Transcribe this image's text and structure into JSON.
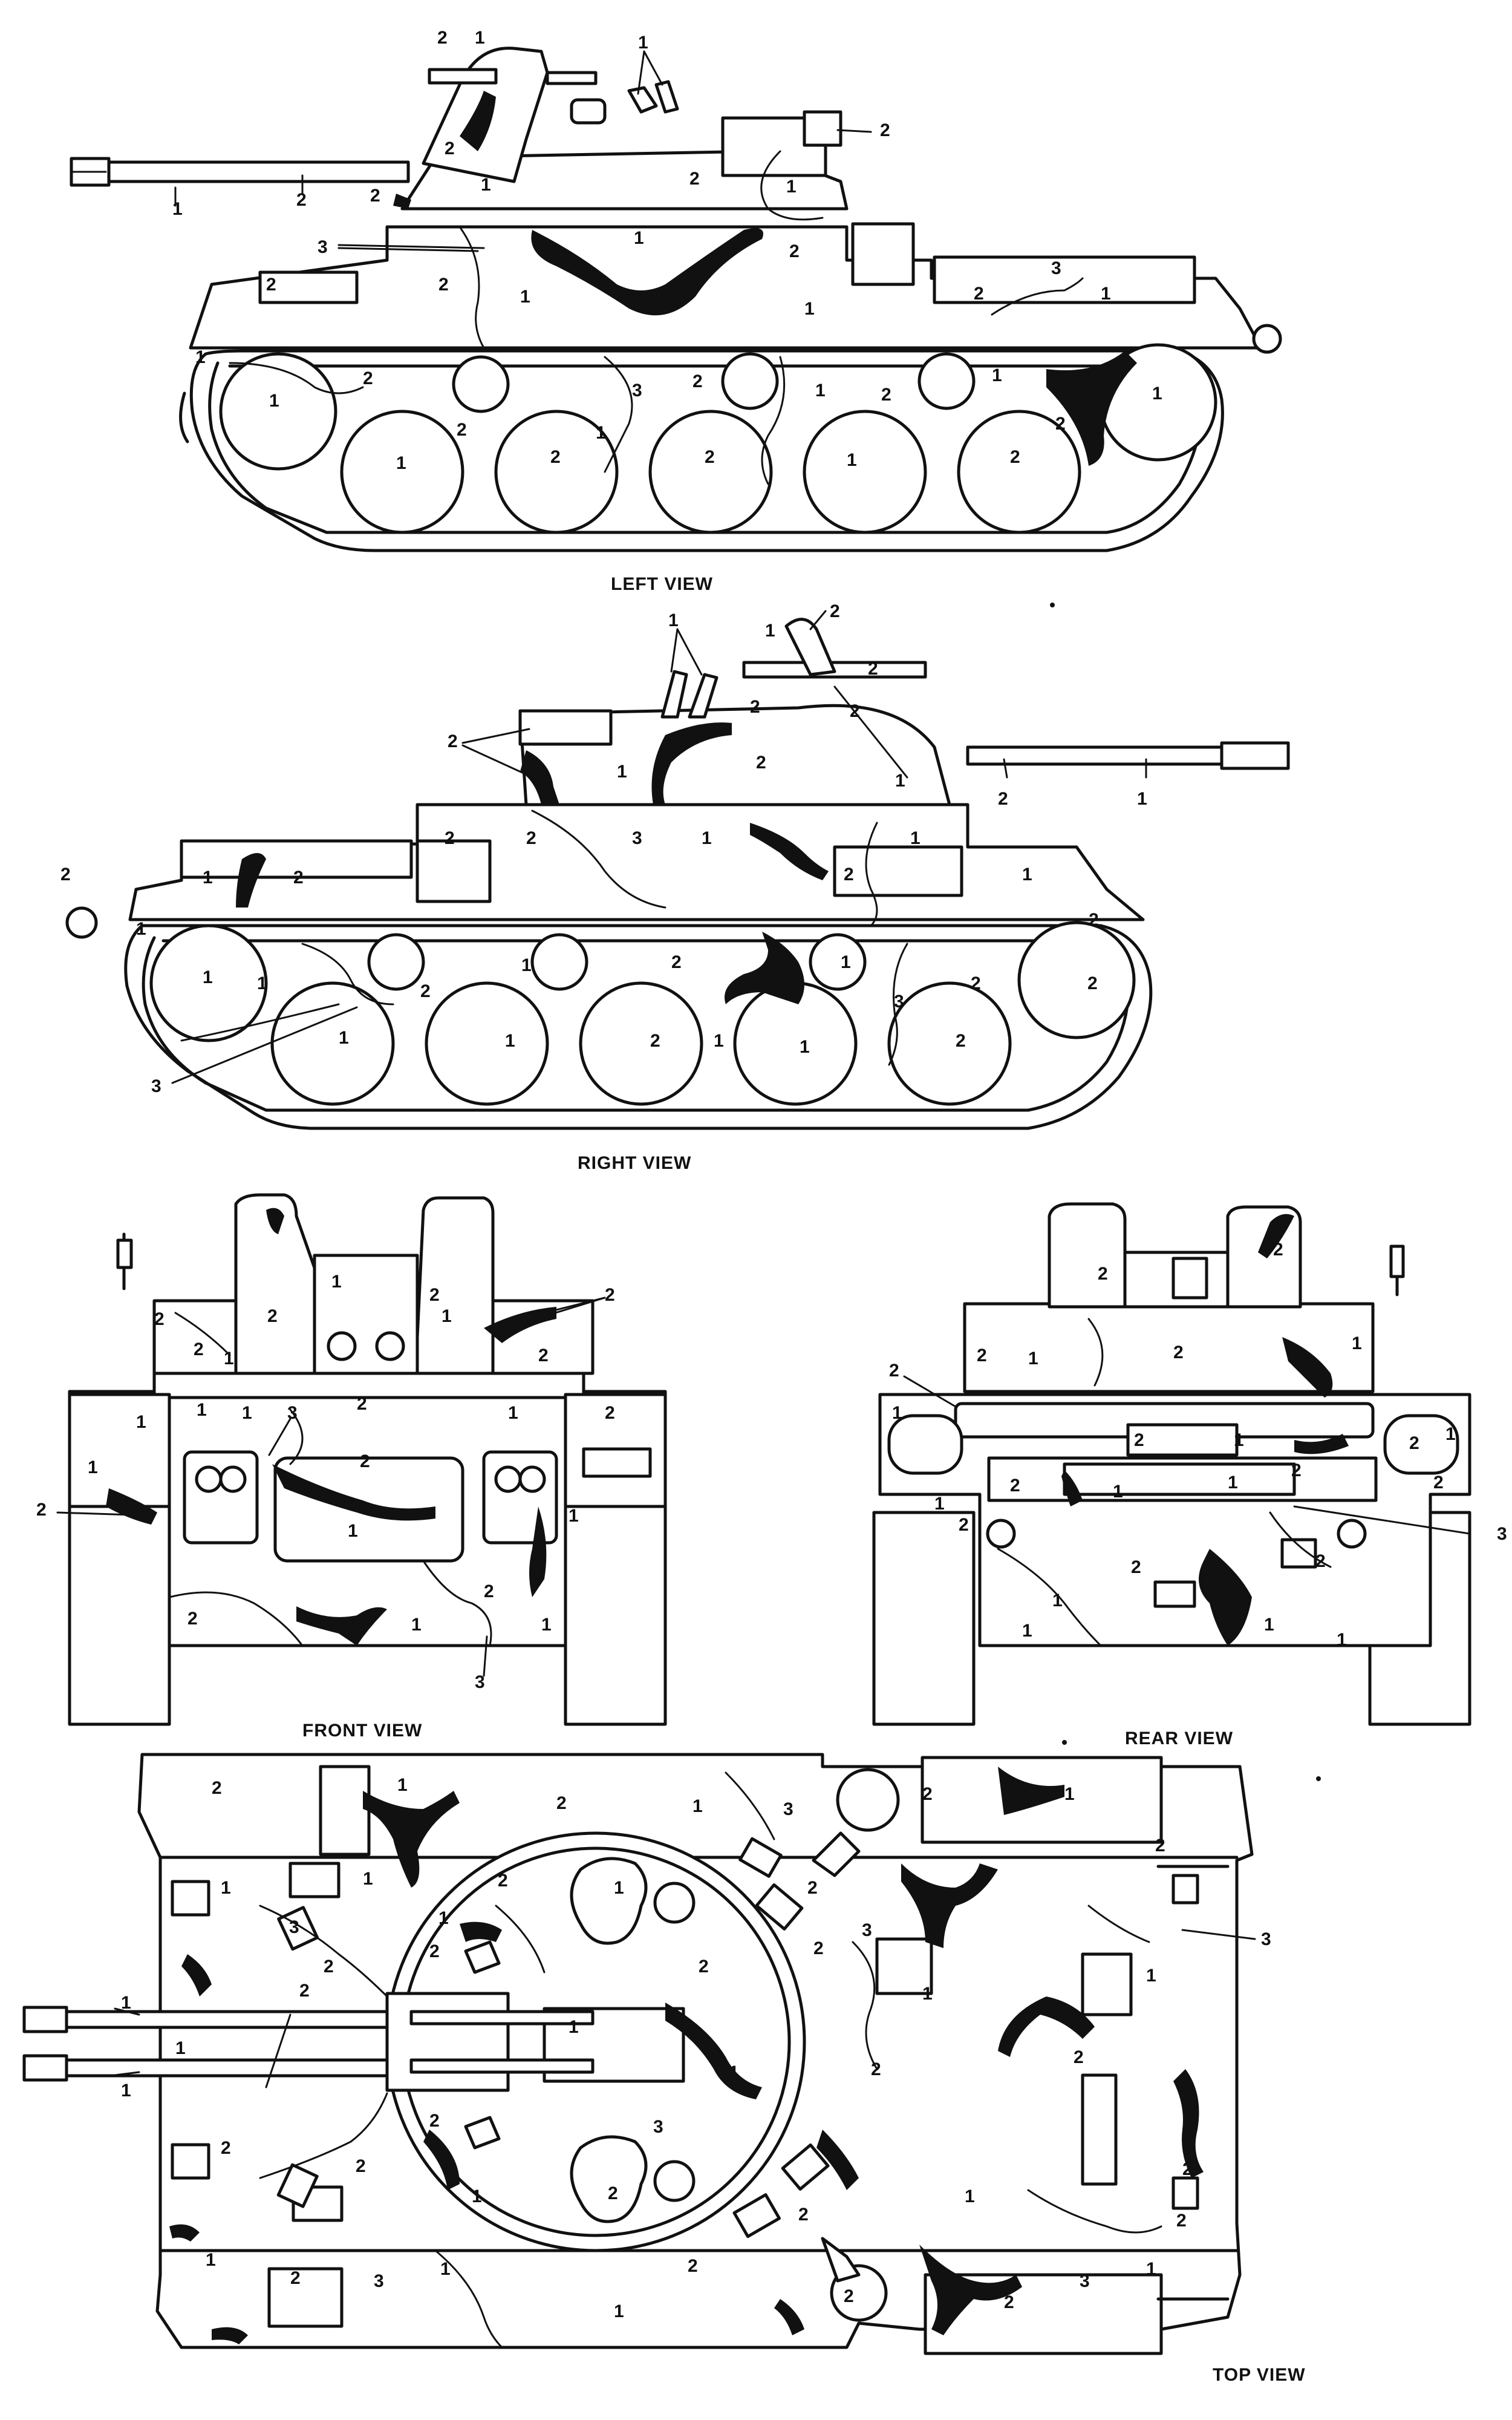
{
  "captions": {
    "left": "LEFT VIEW",
    "right": "RIGHT VIEW",
    "front": "FRONT VIEW",
    "rear": "REAR VIEW",
    "top": "TOP VIEW"
  },
  "legend_numbers": [
    "1",
    "2",
    "3"
  ],
  "colors": {
    "line": "#111111",
    "paper": "#ffffff",
    "camo_black": "#111111"
  },
  "views": {
    "left": {
      "labels": [
        "2",
        "1",
        "1",
        "2",
        "1",
        "2",
        "2",
        "1",
        "1",
        "2",
        "3",
        "1",
        "2",
        "2",
        "1",
        "2",
        "3",
        "1",
        "1",
        "1",
        "2",
        "2",
        "3",
        "1",
        "2",
        "1",
        "1",
        "2",
        "1",
        "2",
        "2",
        "1",
        "2",
        "2"
      ]
    },
    "right": {
      "labels": [
        "1",
        "2",
        "2",
        "2",
        "2",
        "1",
        "2",
        "1",
        "2",
        "2",
        "3",
        "1",
        "1",
        "2",
        "1",
        "2",
        "1",
        "1",
        "2",
        "1",
        "2",
        "1",
        "1",
        "2",
        "2",
        "1",
        "2",
        "1",
        "3",
        "2",
        "2",
        "1",
        "1",
        "2",
        "1",
        "2",
        "3"
      ]
    },
    "front": {
      "labels": [
        "1",
        "2",
        "2",
        "2",
        "1",
        "2",
        "1",
        "1",
        "3",
        "2",
        "2",
        "1",
        "1",
        "2",
        "1",
        "1",
        "2",
        "2",
        "1",
        "1",
        "2",
        "1",
        "3"
      ]
    },
    "rear": {
      "labels": [
        "2",
        "1",
        "2",
        "2",
        "2",
        "1",
        "2",
        "1",
        "2",
        "1",
        "2",
        "1",
        "1",
        "2",
        "1",
        "1",
        "2",
        "1",
        "3",
        "1",
        "1",
        "2",
        "1",
        "1",
        "1"
      ]
    },
    "top": {
      "labels": [
        "2",
        "1",
        "2",
        "1",
        "3",
        "2",
        "1",
        "2",
        "1",
        "1",
        "3",
        "2",
        "2",
        "1",
        "1",
        "2",
        "3",
        "1",
        "1",
        "2",
        "2",
        "1",
        "1",
        "2",
        "2",
        "1",
        "2",
        "1",
        "2",
        "3",
        "1",
        "2",
        "1",
        "2",
        "2",
        "1",
        "1",
        "2",
        "2",
        "3",
        "1",
        "2",
        "3",
        "1",
        "1",
        "3"
      ]
    }
  }
}
